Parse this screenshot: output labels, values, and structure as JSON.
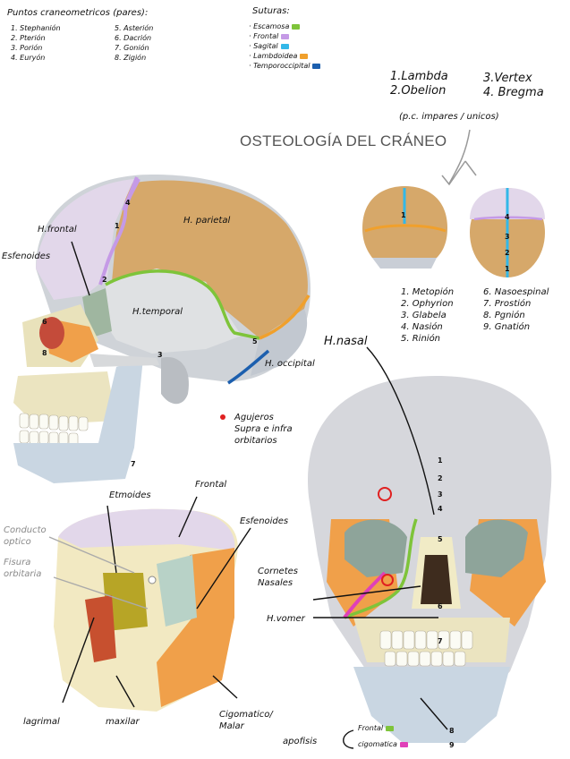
{
  "puntos": {
    "header": "Puntos craneometricos (pares):",
    "left": [
      "1. Stephanión",
      "2. Pterión",
      "3. Porión",
      "4. Euryón"
    ],
    "right": [
      "5. Asterión",
      "6. Dacrión",
      "7. Gonión",
      "8. Zigión"
    ]
  },
  "suturas": {
    "header": "Suturas:",
    "items": [
      {
        "label": "· Escamosa",
        "color": "#7ec43a"
      },
      {
        "label": "· Frontal",
        "color": "#c59ae6"
      },
      {
        "label": "· Sagital",
        "color": "#33b8e8"
      },
      {
        "label": "· Lambdoidea",
        "color": "#f0a02c"
      },
      {
        "label": "· Temporoccipital",
        "color": "#1c5fae"
      }
    ]
  },
  "impares": {
    "col1": [
      "1.Lambda",
      "2.Obelion"
    ],
    "col2": [
      "3.Vertex",
      "4. Bregma"
    ],
    "note": "(p.c. impares / unicos)"
  },
  "title": "OSTEOLOGÍA DEL CRÁNEO",
  "lateral": {
    "frontal": "H.frontal",
    "parietal": "H. parietal",
    "esfenoides": "Esfenoides",
    "temporal": "H.temporal",
    "occipital": "H. occipital",
    "nums": [
      "4",
      "1",
      "2",
      "6",
      "8",
      "3",
      "5",
      "7"
    ]
  },
  "facial_points": {
    "left": [
      "1. Metopión",
      "2. Ophyrion",
      "3. Glabela",
      "4. Nasión",
      "5. Rinión"
    ],
    "right": [
      "6. Nasoespinal",
      "7. Prostión",
      "8. Pgnión",
      "9. Gnatión"
    ]
  },
  "nasal": "H.nasal",
  "agujeros": [
    "Agujeros",
    "Supra e infra",
    "orbitarios"
  ],
  "frontal_view": {
    "nums": [
      "1",
      "2",
      "3",
      "4",
      "5",
      "6",
      "7",
      "8",
      "9"
    ],
    "cornetes": [
      "Cornetes",
      "Nasales"
    ],
    "vomer": "H.vomer",
    "apofisis": "apofisis",
    "frontal": "Frontal",
    "cigomatica": "cigomatica"
  },
  "orbit": {
    "etmoides": "Etmoides",
    "frontal": "Frontal",
    "esfenoides": "Esfenoides",
    "conducto": [
      "Conducto",
      "optico"
    ],
    "fisura": [
      "Fisura",
      "orbitaria"
    ],
    "lagrimal": "lagrimal",
    "maxilar": "maxilar",
    "cigomatico": [
      "Cigomatico/",
      "Malar"
    ]
  },
  "top_nums": {
    "back": "1",
    "top": [
      "4",
      "3",
      "2",
      "1"
    ]
  }
}
